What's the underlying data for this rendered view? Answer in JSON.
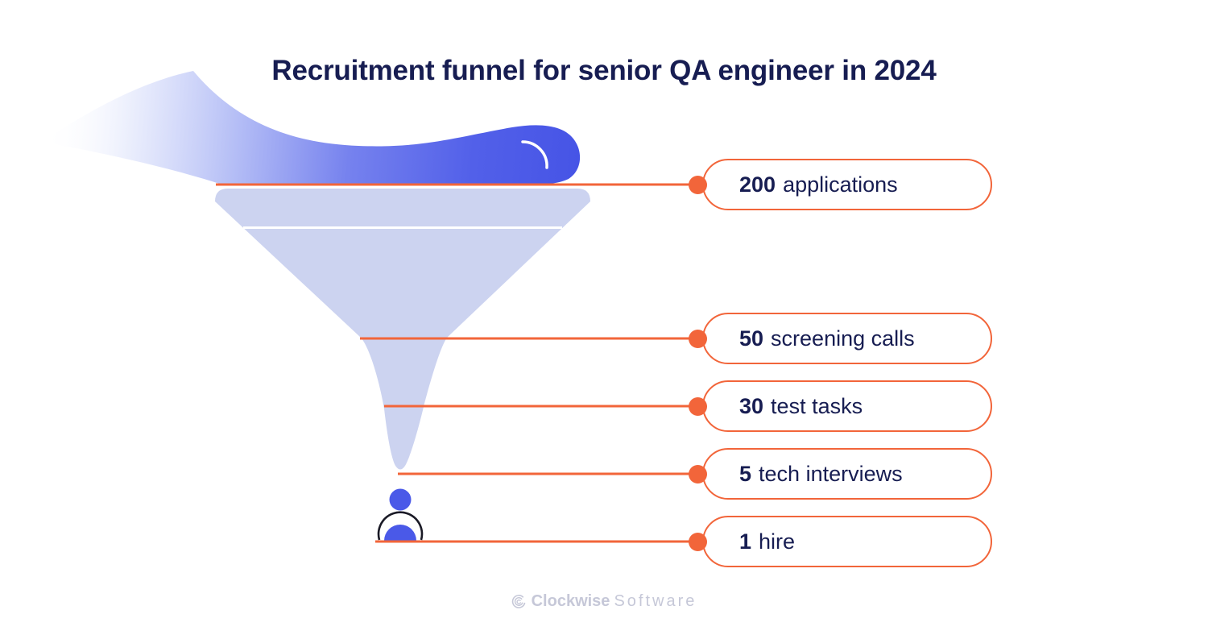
{
  "title": "Recruitment funnel for senior QA engineer in 2024",
  "funnel": {
    "stages": [
      {
        "count": "200",
        "label": "applications"
      },
      {
        "count": "50",
        "label": "screening calls"
      },
      {
        "count": "30",
        "label": "test tasks"
      },
      {
        "count": "5",
        "label": "tech interviews"
      },
      {
        "count": "1",
        "label": "hire"
      }
    ]
  },
  "footer": {
    "brand_bold": "Clockwise",
    "brand_light": "Software"
  },
  "colors": {
    "accent": "#F2653A",
    "navy": "#171D52",
    "funnel_fill": "#CCD3F0",
    "figure_blue": "#4A59E8",
    "logo_gray": "#C6C8D8"
  },
  "chart_data": {
    "type": "funnel",
    "title": "Recruitment funnel for senior QA engineer in 2024",
    "categories": [
      "applications",
      "screening calls",
      "test tasks",
      "tech interviews",
      "hire"
    ],
    "values": [
      200,
      50,
      30,
      5,
      1
    ],
    "orientation": "vertical",
    "legend": false
  }
}
